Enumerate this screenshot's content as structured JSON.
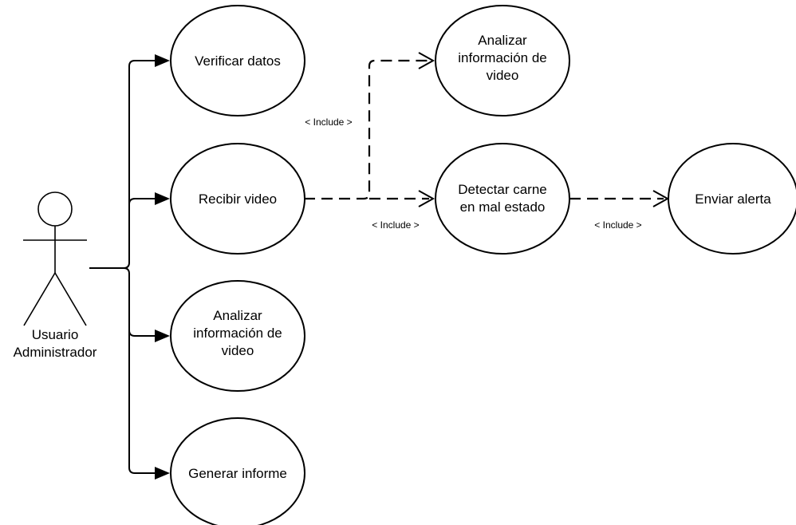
{
  "actor": {
    "name_line1": "Usuario",
    "name_line2": "Administrador"
  },
  "use_cases": {
    "verificar_datos": {
      "lines": [
        "Verificar datos"
      ]
    },
    "recibir_video": {
      "lines": [
        "Recibir video"
      ]
    },
    "analizar_info_actor": {
      "lines": [
        "Analizar",
        "información de",
        "video"
      ]
    },
    "generar_informe": {
      "lines": [
        "Generar informe"
      ]
    },
    "analizar_info_include": {
      "lines": [
        "Analizar",
        "información de",
        "video"
      ]
    },
    "detectar_carne": {
      "lines": [
        "Detectar carne",
        "en mal estado"
      ]
    },
    "enviar_alerta": {
      "lines": [
        "Enviar alerta"
      ]
    }
  },
  "relations": {
    "include_to_analizar": "< Include >",
    "include_to_detectar": "< Include >",
    "include_to_alerta": "< Include >"
  },
  "colors": {
    "stroke": "#000000",
    "background": "#ffffff"
  }
}
